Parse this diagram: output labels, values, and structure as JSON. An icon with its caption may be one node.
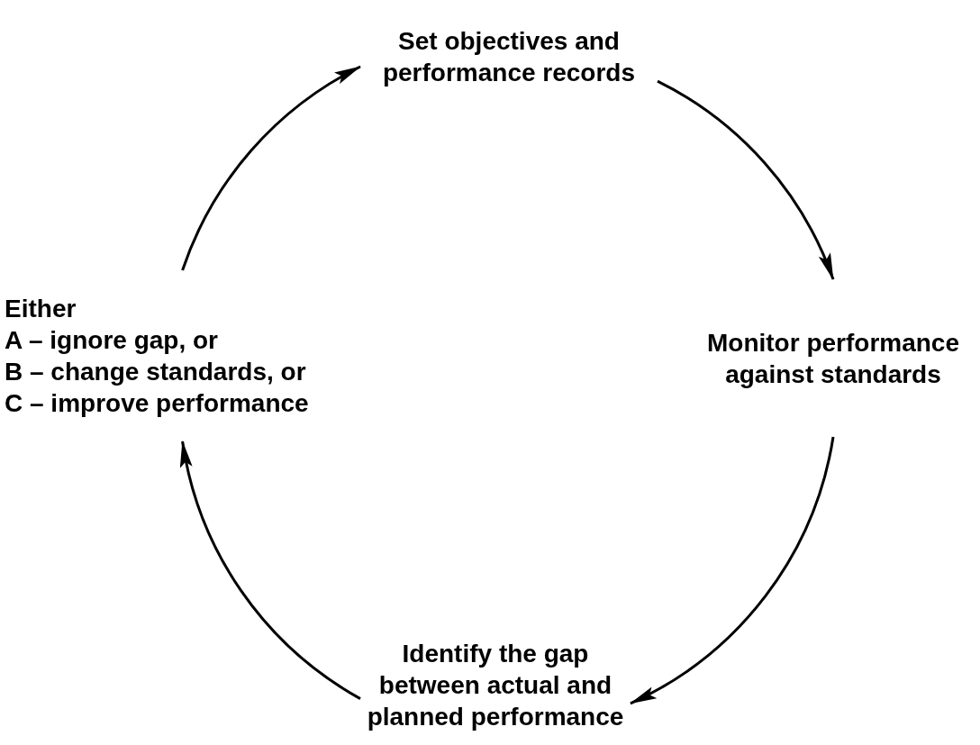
{
  "diagram": {
    "nodes": [
      {
        "text": [
          "Set objectives and performance records"
        ]
      },
      {
        "text": [
          "Monitor performance against standards"
        ]
      },
      {
        "text": [
          "Identify the gap between actual and planned performance"
        ]
      },
      {
        "text": [
          "Either",
          "A – ignore gap, or",
          "B – change standards, or",
          "C – improve performance"
        ]
      }
    ],
    "edges": [
      {
        "from": 0,
        "to": 1,
        "arrow": "to"
      },
      {
        "from": 1,
        "to": 2,
        "arrow": "to"
      },
      {
        "from": 2,
        "to": 3,
        "arrow": "to"
      },
      {
        "from": 3,
        "to": 0,
        "arrow": "to"
      }
    ]
  }
}
